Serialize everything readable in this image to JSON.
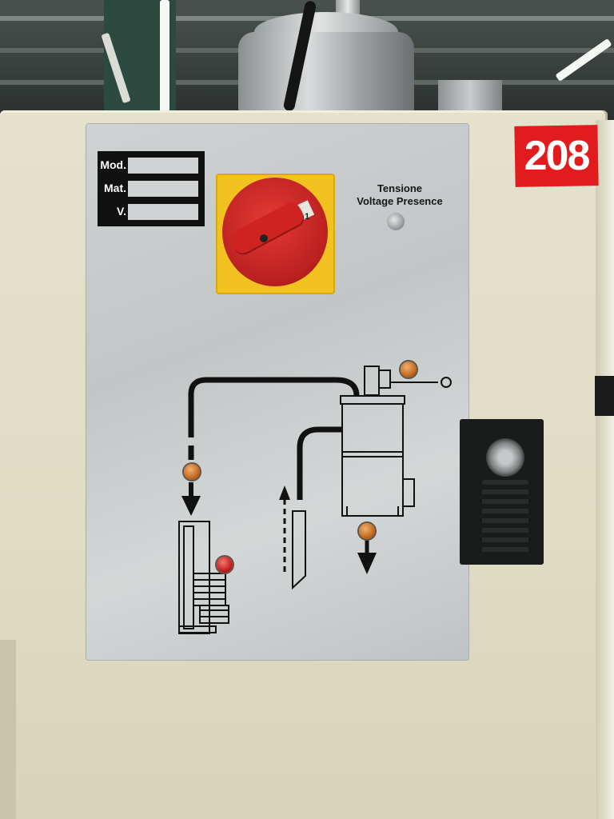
{
  "sticker": {
    "number": "208",
    "color": "#e11b1e"
  },
  "nameplate": {
    "fields": [
      {
        "label": "Mod."
      },
      {
        "label": "Mat."
      },
      {
        "label": "V."
      }
    ]
  },
  "main_switch": {
    "position_mark": "1",
    "housing_color": "#f2c320",
    "knob_color": "#cf2321"
  },
  "voltage_indicator": {
    "label_it": "Tensione",
    "label_en": "Voltage Presence"
  },
  "panel_colors": {
    "cabinet": "#e2dfc9",
    "plate": "#c8cbcc",
    "diagram_ink": "#111111"
  },
  "icons": [
    "main-switch-icon",
    "voltage-lamp-icon",
    "lock-icon",
    "loader-diagram-icon",
    "blower-motor-icon",
    "hopper-icon",
    "suction-lance-icon"
  ]
}
